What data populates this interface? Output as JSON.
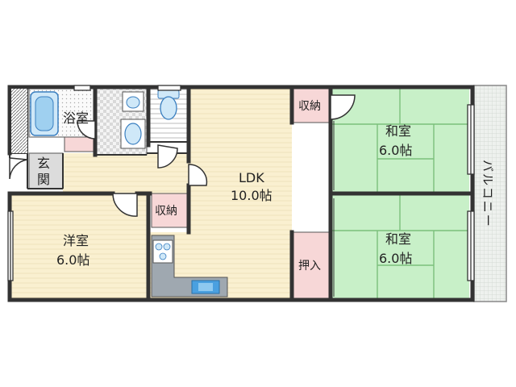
{
  "rooms": {
    "bath": {
      "name": "浴室"
    },
    "genkan": {
      "name_1": "玄",
      "name_2": "関"
    },
    "ldk": {
      "name": "LDK",
      "size": "10.0帖"
    },
    "western": {
      "name": "洋室",
      "size": "6.0帖"
    },
    "japanese_top": {
      "name": "和室",
      "size": "6.0帖"
    },
    "japanese_bottom": {
      "name": "和室",
      "size": "6.0帖"
    },
    "storage_top": {
      "name": "収納"
    },
    "storage_mid": {
      "name": "収納"
    },
    "oshiire": {
      "name": "押入"
    },
    "balcony": {
      "name": "バルコニー"
    }
  },
  "colors": {
    "wall": "#333333",
    "tatami": "#c8f0c8",
    "tatami_line": "#7bbf7b",
    "wood": "#faf0d0",
    "storage": "#f7d7d7",
    "bath": "#cfe8f8",
    "balcony": "#e6ebe6",
    "kitchen": "#9fa8b0"
  }
}
